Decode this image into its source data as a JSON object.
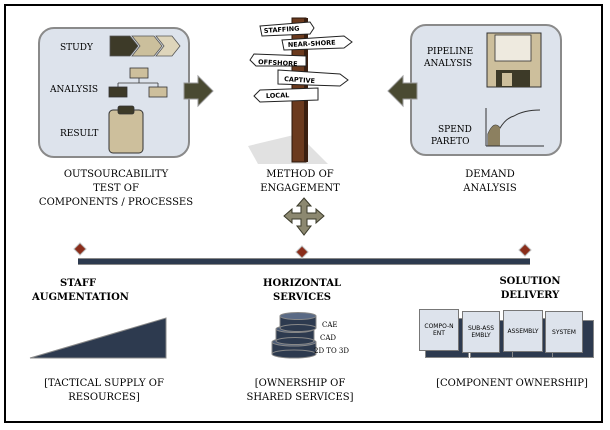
{
  "left_panel": {
    "study": "STUDY",
    "analysis": "ANALYSIS",
    "result": "RESULT",
    "caption": [
      "OUTSOURCABILITY",
      "TEST OF",
      "COMPONENTS / PROCESSES"
    ]
  },
  "signpost": {
    "signs": [
      "STAFFING",
      "NEAR-SHORE",
      "OFFSHORE",
      "CAPTIVE",
      "LOCAL"
    ],
    "caption": [
      "METHOD OF",
      "ENGAGEMENT"
    ]
  },
  "right_panel": {
    "pipeline": [
      "PIPELINE",
      "ANALYSIS"
    ],
    "spend": [
      "SPEND",
      "PARETO"
    ],
    "caption": [
      "DEMAND",
      "ANALYSIS"
    ]
  },
  "models": {
    "staff": {
      "title": [
        "STAFF",
        "AUGMENTATION"
      ],
      "caption": [
        "[TACTICAL SUPPLY OF",
        "RESOURCES]"
      ]
    },
    "horizontal": {
      "title": [
        "HORIZONTAL",
        "SERVICES"
      ],
      "layers": [
        "CAE",
        "CAD",
        "2D TO 3D"
      ],
      "caption": [
        "[OWNERSHIP OF",
        "SHARED SERVICES]"
      ]
    },
    "solution": {
      "title": [
        "SOLUTION",
        "DELIVERY"
      ],
      "boxes": [
        "COMPO-NENT",
        "SUB-ASSEMBLY",
        "ASSEMBLY",
        "SYSTEM"
      ],
      "caption": [
        "[COMPONENT OWNERSHIP]"
      ]
    }
  },
  "colors": {
    "panel_fill": "#dde3ec",
    "dark_arrow": "#4a4a32",
    "navy": "#2d3a4f",
    "khaki": "#cdbf9c",
    "post": "#6b3a1e"
  }
}
